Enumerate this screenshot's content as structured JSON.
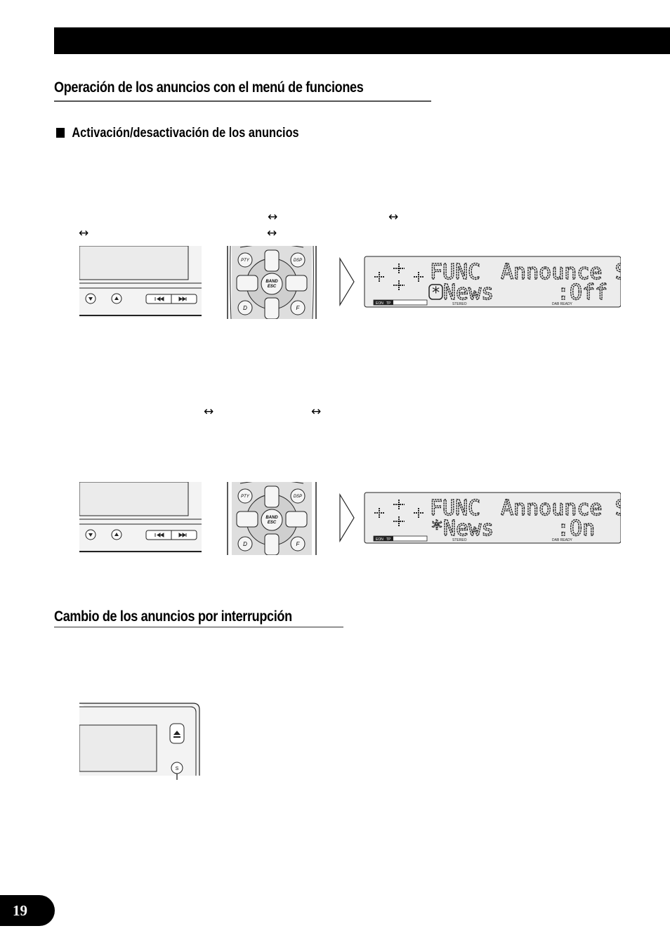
{
  "header": {
    "section_title": "Operación de los anuncios con el menú de funciones",
    "subsection_title": "Activación/desactivación de los anuncios",
    "section2_title": "Cambio de los anuncios por interrupción"
  },
  "arrow_glyph": "↔",
  "display1": {
    "line1_left": "FUNC",
    "line1_right": "Announce S",
    "line2_left": "News",
    "line2_right": ":Off",
    "ind_eon": "EON",
    "ind_tp": "TP",
    "ind_stereo": "STEREO",
    "ind_dab": "DAB READY"
  },
  "display2": {
    "line1_left": "FUNC",
    "line1_right": "Announce S",
    "line2_left": "*News",
    "line2_right": ":On",
    "ind_eon": "EON",
    "ind_tp": "TP",
    "ind_stereo": "STEREO",
    "ind_dab": "DAB READY"
  },
  "remote": {
    "pty_label": "PTY",
    "dsp_label": "DSP",
    "band_label": "BAND",
    "esc_label": "ESC",
    "d_label": "D",
    "f_label": "F"
  },
  "head_unit_button_label": "S",
  "page_number": "19",
  "colors": {
    "bar": "#000000",
    "lcd_bg": "#ececec",
    "panel_bg": "#f2f2f2"
  }
}
